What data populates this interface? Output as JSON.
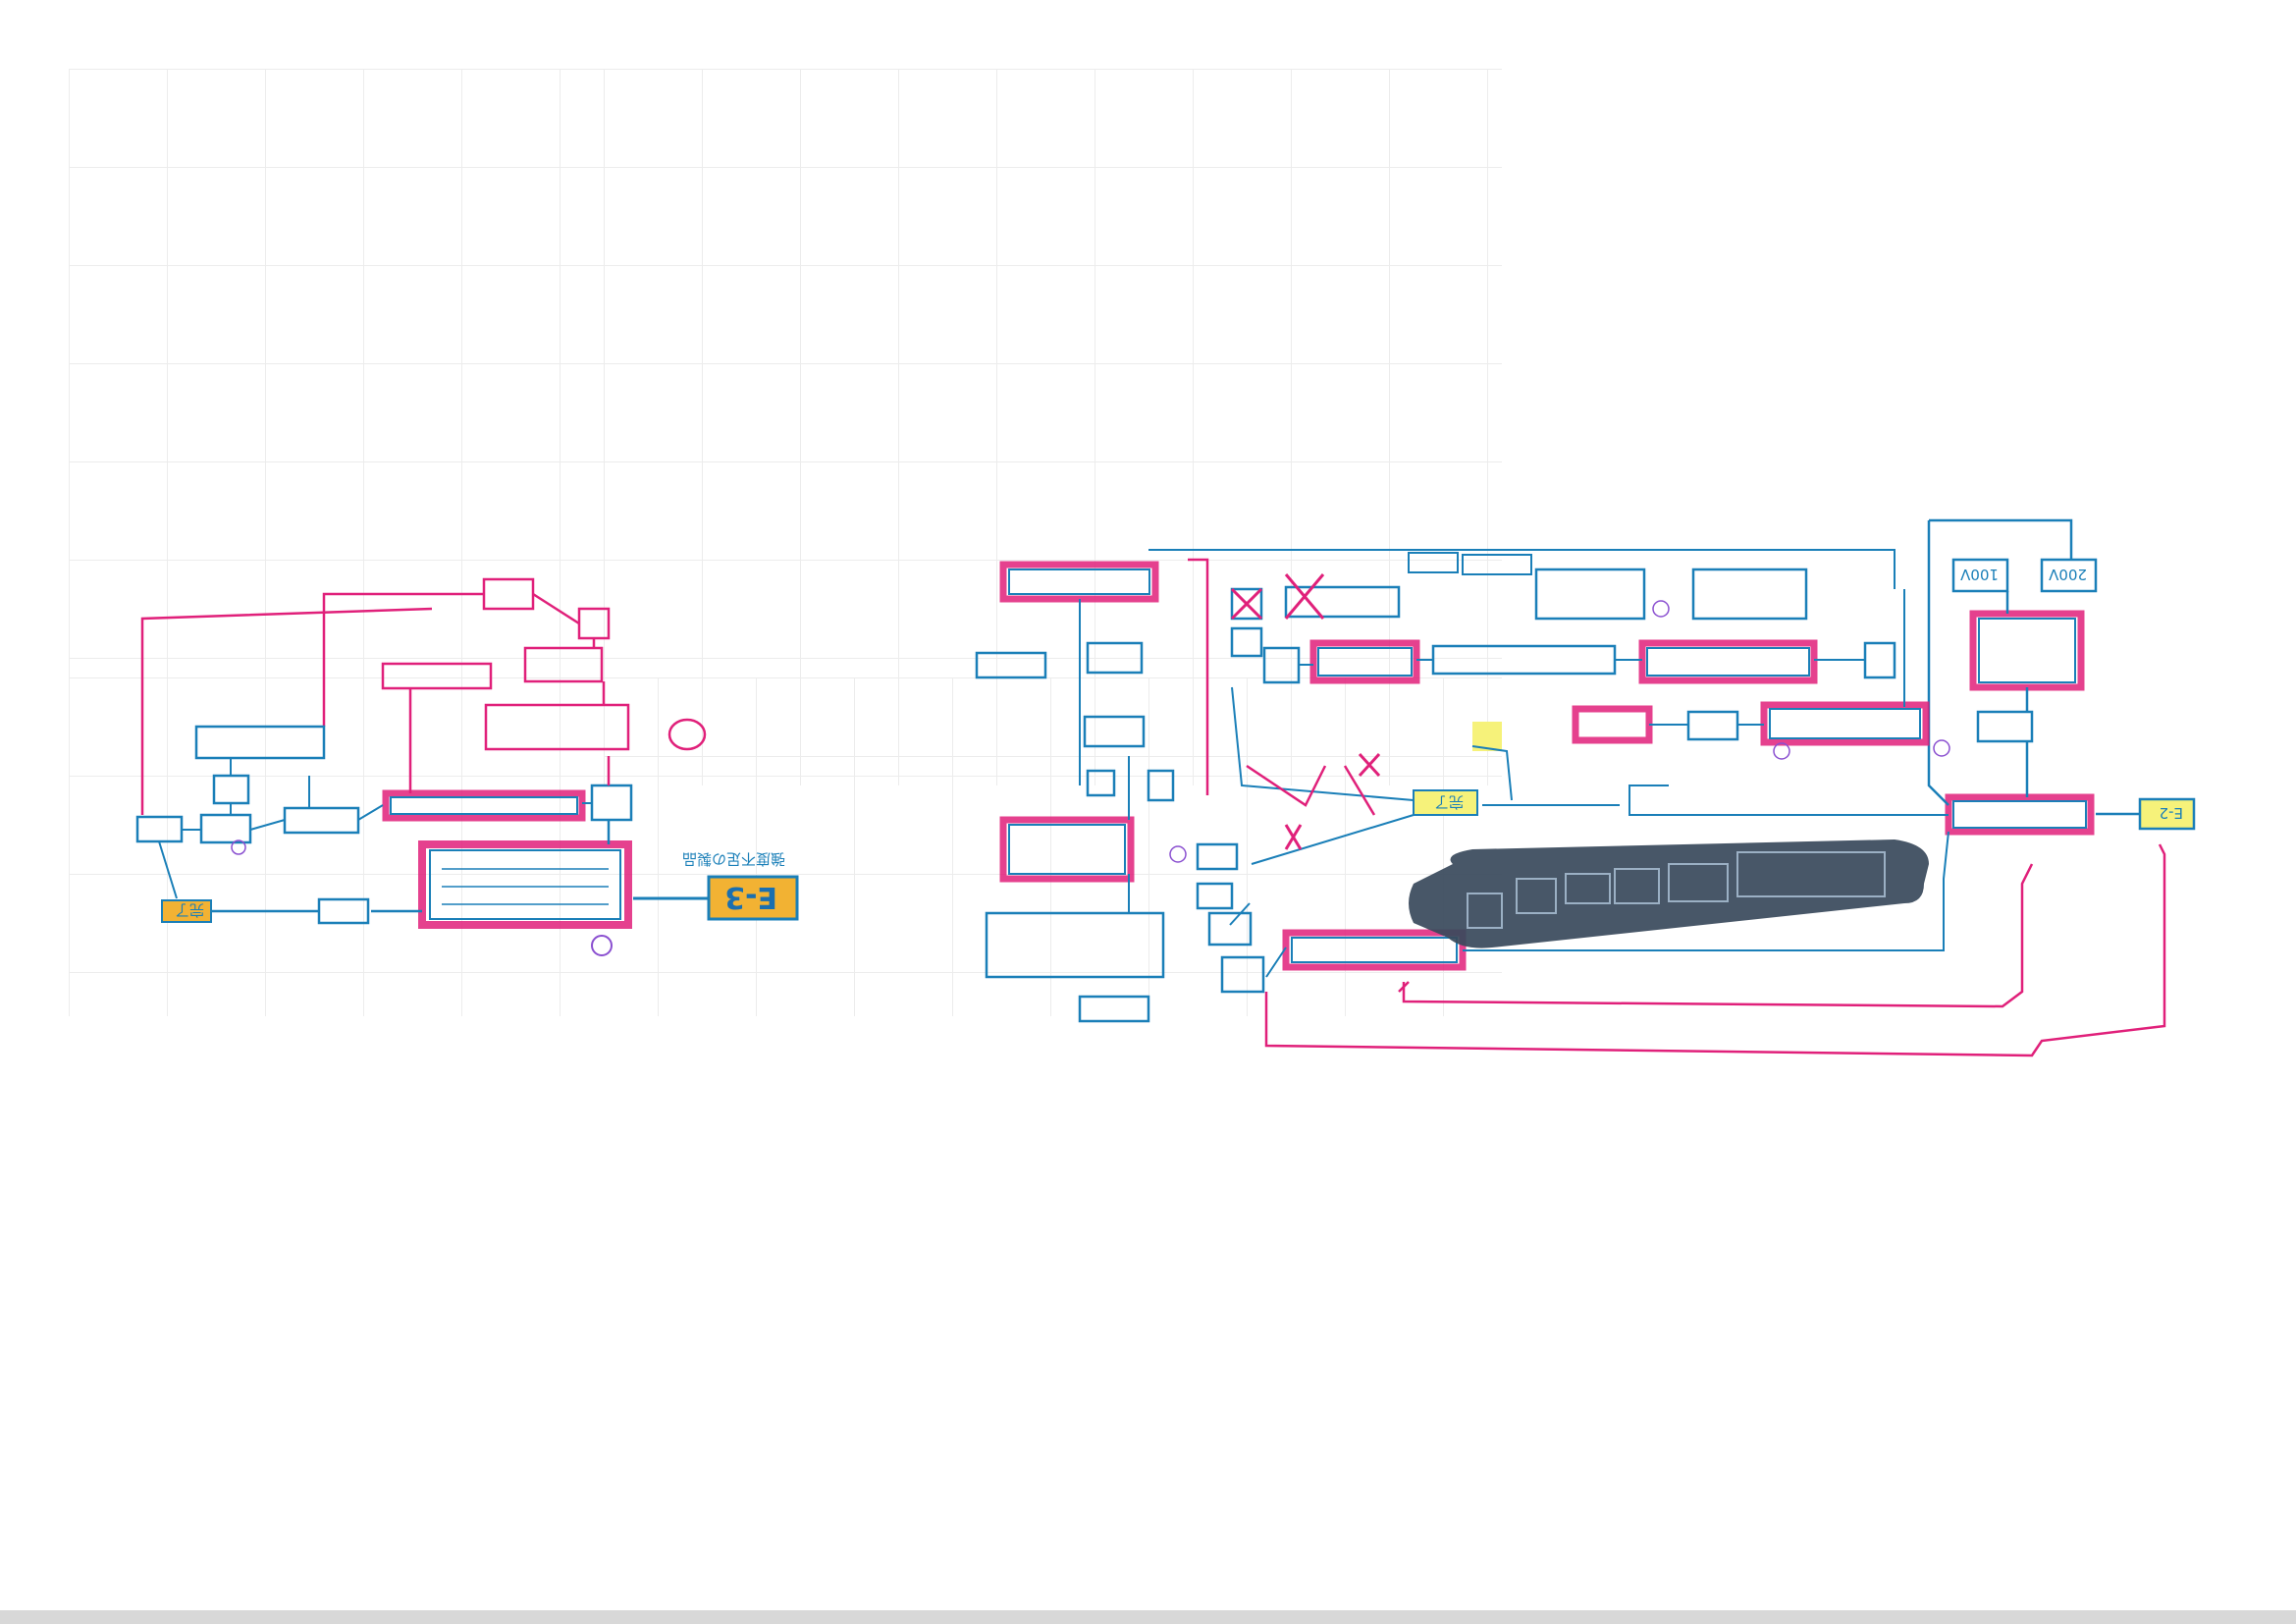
{
  "page": {
    "orientation": "rotated-180"
  },
  "colors": {
    "blue": "#1a7fb8",
    "magenta": "#e0207a",
    "orange": "#f2b233",
    "yellow": "#f6f27a",
    "purple": "#8a4fd0",
    "dark": "#3a4a5c"
  },
  "left_diagram": {
    "start_label": "E-3",
    "caption": "強度不足の製品",
    "end_label": "完了"
  },
  "right_diagram": {
    "start_label": "E-2",
    "end_label": "完了",
    "side_values": [
      "200V",
      "100V"
    ]
  }
}
